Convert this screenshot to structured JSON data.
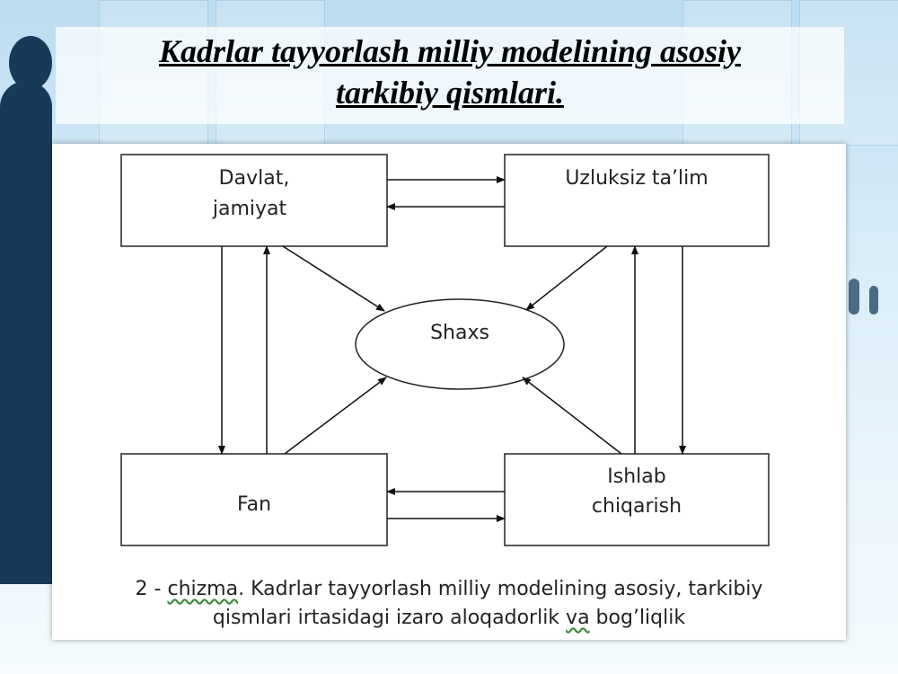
{
  "title": {
    "line1": "Kadrlar tayyorlash milliy modelining asosiy",
    "line2": "tarkibiy qismlari."
  },
  "diagram": {
    "nodes": {
      "davlat": {
        "line1": "Davlat,",
        "line2": "jamiyat"
      },
      "uzluksiz": {
        "line1": "Uzluksiz ta’lim"
      },
      "shaxs": {
        "line1": "Shaxs"
      },
      "fan": {
        "line1": "Fan"
      },
      "ishlab": {
        "line1": "Ishlab",
        "line2": "chiqarish"
      }
    },
    "edges": [
      {
        "from": "davlat",
        "to": "uzluksiz"
      },
      {
        "from": "uzluksiz",
        "to": "davlat"
      },
      {
        "from": "fan",
        "to": "ishlab"
      },
      {
        "from": "ishlab",
        "to": "fan"
      },
      {
        "from": "davlat",
        "to": "fan"
      },
      {
        "from": "fan",
        "to": "davlat"
      },
      {
        "from": "uzluksiz",
        "to": "ishlab"
      },
      {
        "from": "ishlab",
        "to": "uzluksiz"
      },
      {
        "from": "davlat",
        "to": "shaxs"
      },
      {
        "from": "uzluksiz",
        "to": "shaxs"
      },
      {
        "from": "fan",
        "to": "shaxs"
      },
      {
        "from": "ishlab",
        "to": "shaxs"
      }
    ]
  },
  "caption": {
    "number": "2 - ",
    "word": "chizma",
    "rest1": ". Kadrlar tayyorlash milliy modelining asosiy, tarkibiy",
    "line2_a": "qismlari irtasidagi izaro aloqadorlik ",
    "line2_b": "va",
    "line2_c": " bog’liqlik"
  }
}
